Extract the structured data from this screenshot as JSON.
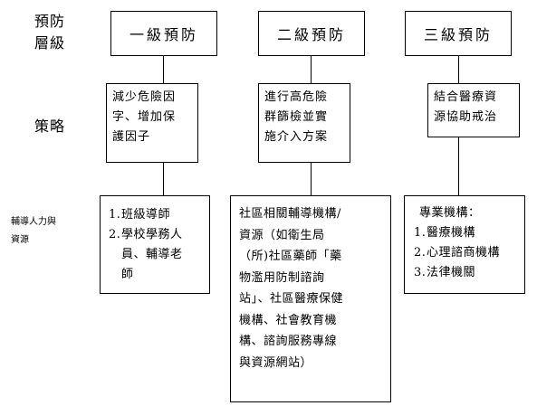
{
  "row_labels": {
    "level": [
      "預防",
      "層級"
    ],
    "strategy": "策略",
    "resources": [
      "輔導人力與",
      "資源"
    ]
  },
  "levels": [
    {
      "title": "一級預防",
      "strategy": [
        "減少危險因",
        "字、增加保",
        "護因子"
      ],
      "resources": {
        "items": [
          {
            "num": "1.",
            "lines": [
              "班級導師"
            ]
          },
          {
            "num": "2.",
            "lines": [
              "學校學務人",
              "員、輔導老",
              "師"
            ]
          }
        ]
      }
    },
    {
      "title": "二級預防",
      "strategy": [
        "進行高危險",
        "群篩檢並實",
        "施介入方案"
      ],
      "resources": {
        "lines": [
          "社區相關輔導機構/",
          "資源（如衛生局",
          "（所)社區藥師「藥",
          "物濫用防制諮詢",
          "站」、社區醫療保健",
          "機構、社會教育機",
          "構、諮詢服務專線",
          "與資源網站）"
        ]
      }
    },
    {
      "title": "三級預防",
      "strategy": [
        "結合醫療資",
        "源協助戒治"
      ],
      "resources": {
        "heading": "專業機構：",
        "items": [
          {
            "num": "1.",
            "lines": [
              "醫療機構"
            ]
          },
          {
            "num": "2.",
            "lines": [
              "心理諮商機構"
            ]
          },
          {
            "num": "3.",
            "lines": [
              "法律機關"
            ]
          }
        ]
      }
    }
  ]
}
